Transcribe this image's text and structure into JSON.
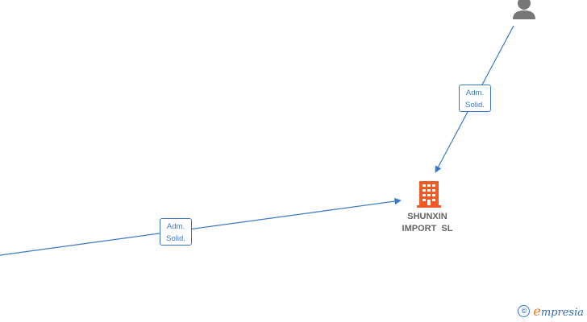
{
  "edges": [
    {
      "label_line1": "Adm.",
      "label_line2": "Solid."
    },
    {
      "label_line1": "Adm.",
      "label_line2": "Solid."
    }
  ],
  "company": {
    "name_line1": "SHUNXIN",
    "name_line2": "IMPORT  SL",
    "icon": "building-icon",
    "color": "#f15a24"
  },
  "person": {
    "icon": "person-icon",
    "color": "#777777"
  },
  "edge_color": "#3a78c7",
  "watermark": {
    "symbol": "©",
    "brand_initial": "e",
    "brand_rest": "mpresia"
  }
}
